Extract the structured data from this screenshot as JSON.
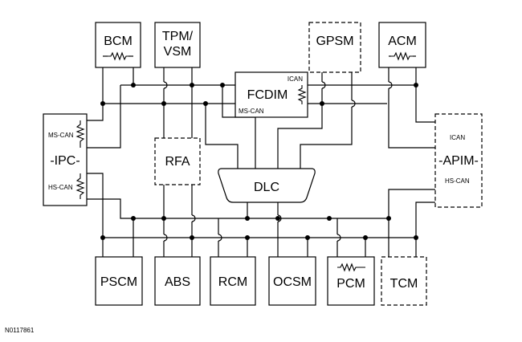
{
  "modules": {
    "bcm": "BCM",
    "tpm_vsm_line1": "TPM/",
    "tpm_vsm_line2": "VSM",
    "gpsm": "GPSM",
    "acm": "ACM",
    "fcdim": "FCDIM",
    "fcdim_ican": "ICAN",
    "fcdim_mscan": "MS-CAN",
    "ipc": "-IPC-",
    "ipc_mscan": "MS-CAN",
    "ipc_hscan": "HS-CAN",
    "rfa": "RFA",
    "dlc": "DLC",
    "apim": "-APIM-",
    "apim_ican": "ICAN",
    "apim_hscan": "HS-CAN",
    "pscm": "PSCM",
    "abs": "ABS",
    "rcm": "RCM",
    "ocsm": "OCSM",
    "pcm": "PCM",
    "tcm": "TCM"
  },
  "figure_id": "N0117861"
}
